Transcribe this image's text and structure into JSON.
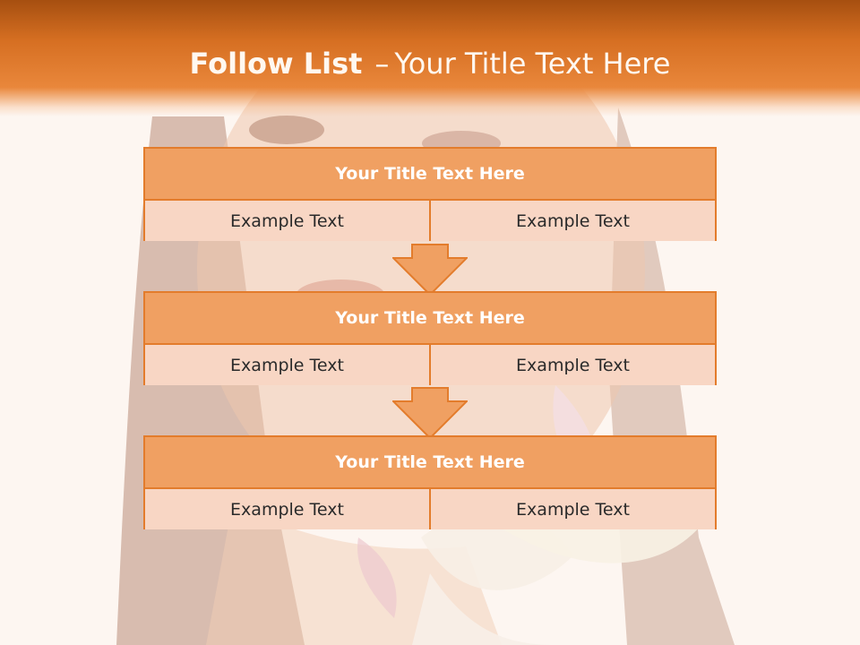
{
  "slide": {
    "title_bold": "Follow List",
    "title_separator": "–",
    "title_rest": "Your Title Text Here"
  },
  "blocks": [
    {
      "title": "Your Title Text Here",
      "cells": [
        "Example Text",
        "Example Text"
      ]
    },
    {
      "title": "Your Title Text Here",
      "cells": [
        "Example Text",
        "Example Text"
      ]
    },
    {
      "title": "Your Title Text Here",
      "cells": [
        "Example Text",
        "Example Text"
      ]
    }
  ],
  "colors": {
    "header": "#d66f22",
    "title_fill": "#f0a062",
    "cell_fill": "#f8d6c4",
    "border": "#e37c2c"
  },
  "icons": [
    "down-arrow-icon"
  ]
}
